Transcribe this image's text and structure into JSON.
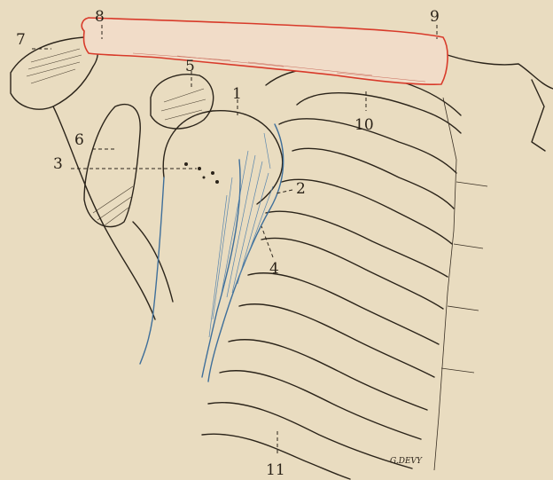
{
  "labels": {
    "l1": "1",
    "l2": "2",
    "l3": "3",
    "l4": "4",
    "l5": "5",
    "l6": "6",
    "l7": "7",
    "l8": "8",
    "l9": "9",
    "l10": "10",
    "l11": "11"
  },
  "signature": "G.DEVY",
  "colors": {
    "paper": "#e9dcc0",
    "ink": "#2b241a",
    "clavicle_outline": "#d83a2a",
    "humerus_outline": "#3f6f9a"
  }
}
